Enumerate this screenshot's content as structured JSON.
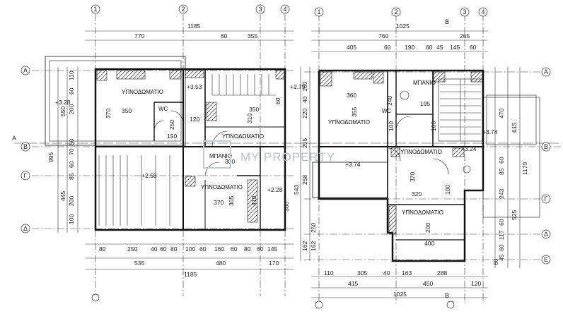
{
  "left_plan": {
    "rooms": {
      "bedroom_top_left": "ΥΠΝΟΔΩΜΑΤΙΟ",
      "bedroom_top_right": "ΥΠΝΟΔΩΜΑΤΙΟ",
      "bathroom": "ΜΠΑΝΙΟ",
      "bedroom_bottom": "ΥΠΝΟΔΩΜΑΤΙΟ",
      "wc": "WC"
    },
    "dims_top": [
      "1185",
      "770",
      "60",
      "355"
    ],
    "dims_bottom": [
      "80",
      "250",
      "40",
      "60",
      "80",
      "100",
      "60",
      "160",
      "60",
      "80",
      "60",
      "145",
      "535",
      "480",
      "170",
      "1185"
    ],
    "dims_left": [
      "110",
      "60",
      "200",
      "550",
      "995",
      "70",
      "50",
      "60",
      "85",
      "445",
      "200",
      "100"
    ],
    "room_dims": [
      "350",
      "370",
      "350",
      "310",
      "120",
      "250",
      "150",
      "300",
      "370",
      "305",
      "410",
      "300",
      "60"
    ],
    "levels": [
      "+3.28",
      "+3.53",
      "+2.58",
      "+2.28",
      "+2.75"
    ]
  },
  "right_plan": {
    "rooms": {
      "bathroom": "ΜΠΑΝΙΟ",
      "bedroom_top": "ΥΠΝΟΔΩΜΑΤΙΟ",
      "bedroom_mid": "ΥΠΝΟΔΩΜΑΤΙΟ",
      "bedroom_bottom": "ΥΠΝΟΔΩΜΑΤΙΟ",
      "wc": "WC"
    },
    "dims_top": [
      "1025",
      "760",
      "265",
      "405",
      "60",
      "190",
      "60",
      "45",
      "145",
      "60"
    ],
    "dims_bottom": [
      "110",
      "305",
      "40",
      "163",
      "288",
      "415",
      "450",
      "120",
      "1025"
    ],
    "dims_right": [
      "470",
      "615",
      "1170",
      "85",
      "60",
      "243",
      "525",
      "60",
      "117",
      "60",
      "45",
      "60"
    ],
    "dims_left": [
      "160",
      "40",
      "220",
      "255",
      "258",
      "250",
      "543",
      "162",
      "162"
    ],
    "room_dims": [
      "360",
      "355",
      "240",
      "195",
      "100",
      "100",
      "370",
      "320",
      "400",
      "100",
      "200"
    ],
    "levels": [
      "+3.74",
      "+3.74",
      "+3.24"
    ]
  },
  "axes": [
    "1",
    "2",
    "3",
    "4",
    "A",
    "B",
    "Γ",
    "Δ",
    "E"
  ],
  "section_marks": [
    "A",
    "B"
  ],
  "watermark": "MY PROPERTY"
}
